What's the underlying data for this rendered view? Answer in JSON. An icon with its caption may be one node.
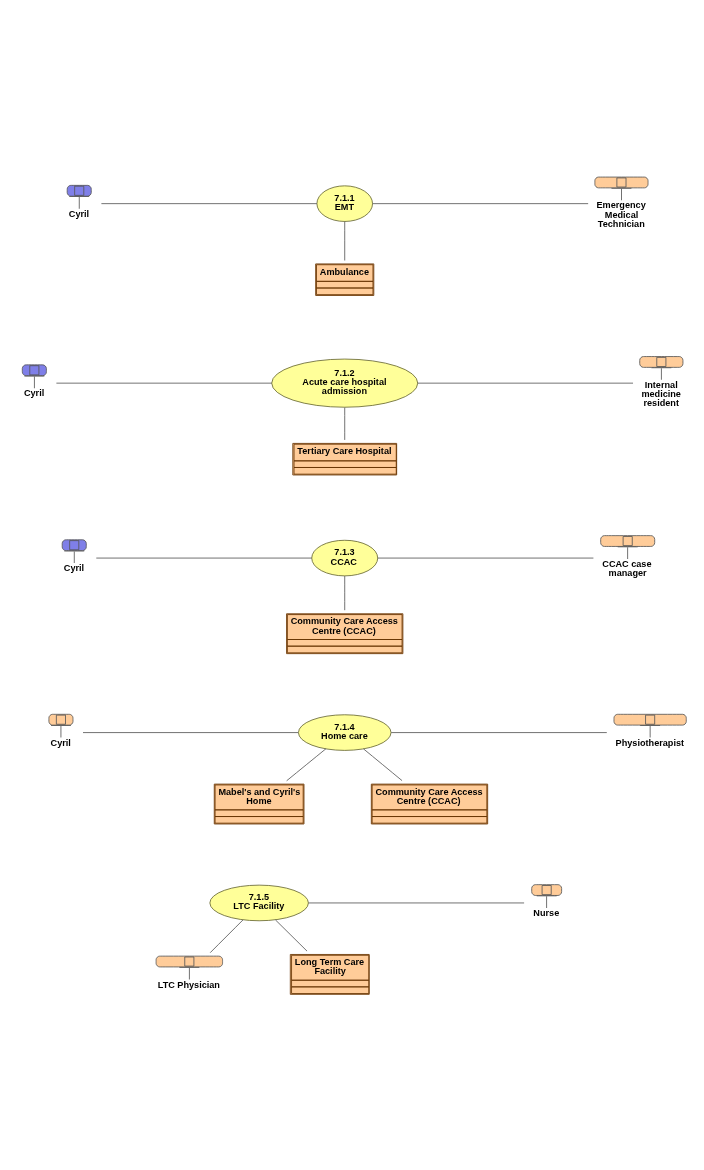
{
  "diagram": {
    "nodes": [
      {
        "text": [
          "Cyril"
        ]
      },
      {
        "text": [
          "7.1.1",
          "EMT"
        ]
      },
      {
        "text": [
          "Emergency Medical Technician"
        ]
      },
      {
        "text": [
          "Ambulance"
        ]
      },
      {
        "text": [
          "Cyril"
        ]
      },
      {
        "text": [
          "7.1.2",
          "Acute care hospital admission"
        ]
      },
      {
        "text": [
          "Internal medicine resident"
        ]
      },
      {
        "text": [
          "Tertiary Care Hospital"
        ]
      },
      {
        "text": [
          "Cyril"
        ]
      },
      {
        "text": [
          "7.1.3",
          "CCAC"
        ]
      },
      {
        "text": [
          "CCAC case manager"
        ]
      },
      {
        "text": [
          "Community Care Access Centre (CCAC)"
        ]
      },
      {
        "text": [
          "Cyril"
        ]
      },
      {
        "text": [
          "7.1.4",
          "Home care"
        ]
      },
      {
        "text": [
          "Physiotherapist"
        ]
      },
      {
        "text": [
          "Mabel's and Cyril's Home"
        ]
      },
      {
        "text": [
          "Community Care Access Centre (CCAC)"
        ]
      },
      {
        "text": [
          "7.1.5",
          "LTC Facility"
        ]
      },
      {
        "text": [
          "Nurse"
        ]
      },
      {
        "text": [
          "LTC Physician"
        ]
      },
      {
        "text": [
          "Long Term Care Facility"
        ]
      }
    ],
    "edges": [
      {
        "from": 0,
        "to": 1,
        "arrow": "none"
      },
      {
        "from": 1,
        "to": 2,
        "arrow": "none"
      },
      {
        "from": 1,
        "to": 3,
        "arrow": "none"
      },
      {
        "from": 4,
        "to": 5,
        "arrow": "none"
      },
      {
        "from": 5,
        "to": 6,
        "arrow": "none"
      },
      {
        "from": 5,
        "to": 7,
        "arrow": "none"
      },
      {
        "from": 8,
        "to": 9,
        "arrow": "none"
      },
      {
        "from": 9,
        "to": 10,
        "arrow": "none"
      },
      {
        "from": 9,
        "to": 11,
        "arrow": "none"
      },
      {
        "from": 12,
        "to": 13,
        "arrow": "none"
      },
      {
        "from": 13,
        "to": 14,
        "arrow": "none"
      },
      {
        "from": 13,
        "to": 15,
        "arrow": "none"
      },
      {
        "from": 13,
        "to": 16,
        "arrow": "none"
      },
      {
        "from": 17,
        "to": 18,
        "arrow": "none"
      },
      {
        "from": 17,
        "to": 19,
        "arrow": "none"
      },
      {
        "from": 17,
        "to": 20,
        "arrow": "none"
      }
    ]
  }
}
